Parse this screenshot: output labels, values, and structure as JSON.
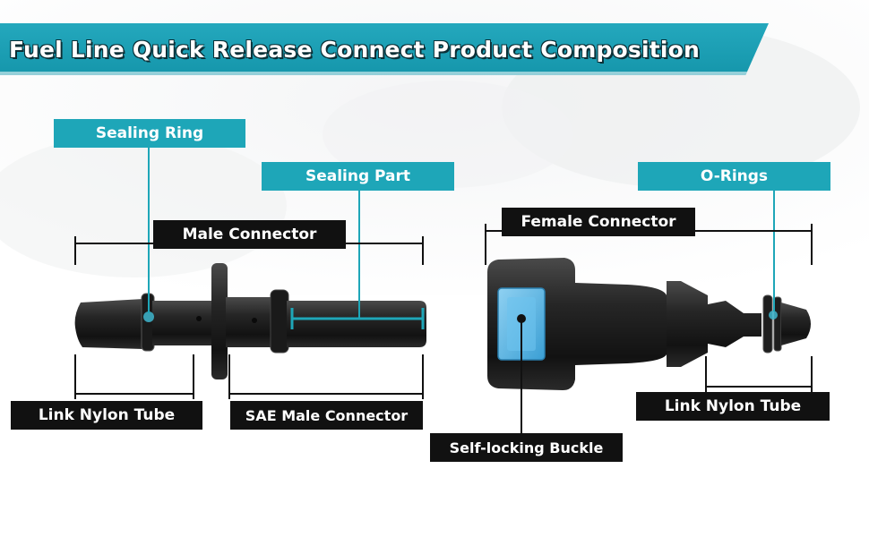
{
  "title": "Fuel Line Quick Release Connect Product Composition",
  "labels": {
    "sealing_ring": "Sealing Ring",
    "sealing_part": "Sealing Part",
    "male_connector": "Male Connector",
    "o_rings": "O-Rings",
    "female_connector": "Female Connector",
    "link_nylon_tube_left": "Link Nylon Tube",
    "sae_male_connector": "SAE Male Connector",
    "self_locking_buckle": "Self-locking Buckle",
    "link_nylon_tube_right": "Link Nylon Tube"
  },
  "colors": {
    "accent_teal": "#1ea6b8",
    "label_dark": "#111111",
    "connector_body": "#1c1c1c",
    "buckle_blue": "#5bb8e8"
  }
}
